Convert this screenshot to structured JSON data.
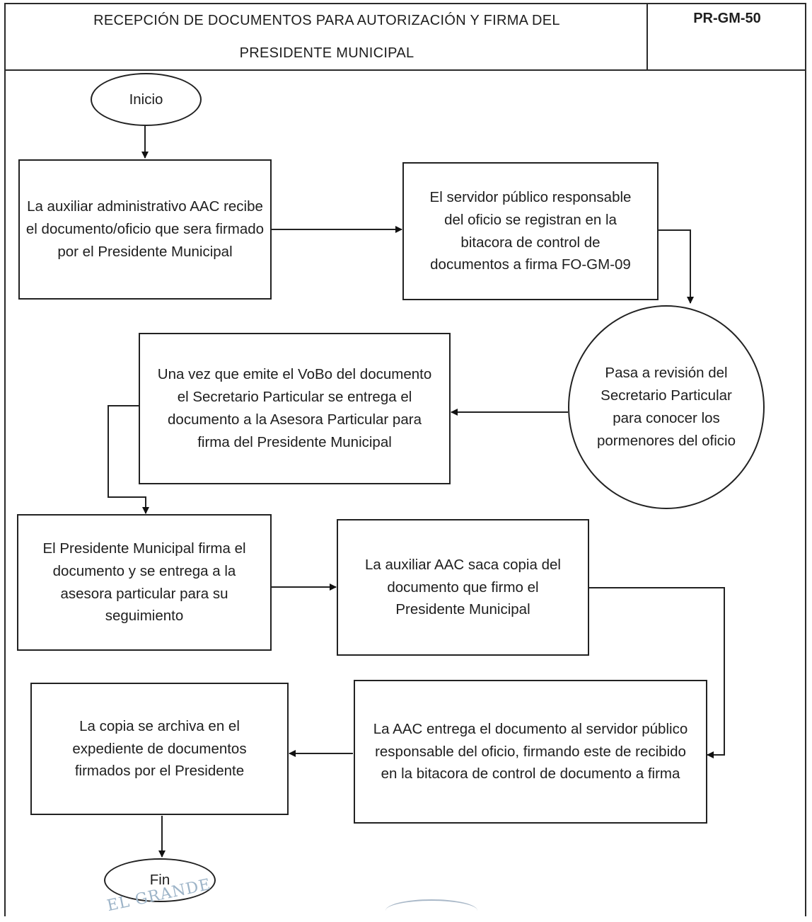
{
  "header": {
    "title_line1": "RECEPCIÓN DE DOCUMENTOS PARA AUTORIZACIÓN Y FIRMA DEL",
    "title_line2": "PRESIDENTE MUNICIPAL",
    "code": "PR-GM-50"
  },
  "flow": {
    "start": "Inicio",
    "step1": "La auxiliar administrativo AAC recibe el documento/oficio que sera firmado por el Presidente Municipal",
    "step2": "El servidor público responsable del oficio se registran en la bitacora de control de documentos a firma FO-GM-09",
    "step3": "Pasa a revisión del Secretario Particular para conocer los pormenores del oficio",
    "step4": "Una vez que emite el VoBo del documento el Secretario Particular se entrega el documento a la Asesora Particular para firma del Presidente Municipal",
    "step5": "El Presidente Municipal firma el documento y se entrega a la asesora particular para su seguimiento",
    "step6": "La auxiliar AAC saca copia del documento que firmo el Presidente Municipal",
    "step7": "La AAC entrega el documento al servidor público responsable del oficio, firmando este de recibido en la bitacora de control de documento a firma",
    "step8": "La copia se archiva en el expediente de documentos firmados por el Presidente",
    "end": "Fin"
  },
  "stamp_text": "EL GRANDE"
}
